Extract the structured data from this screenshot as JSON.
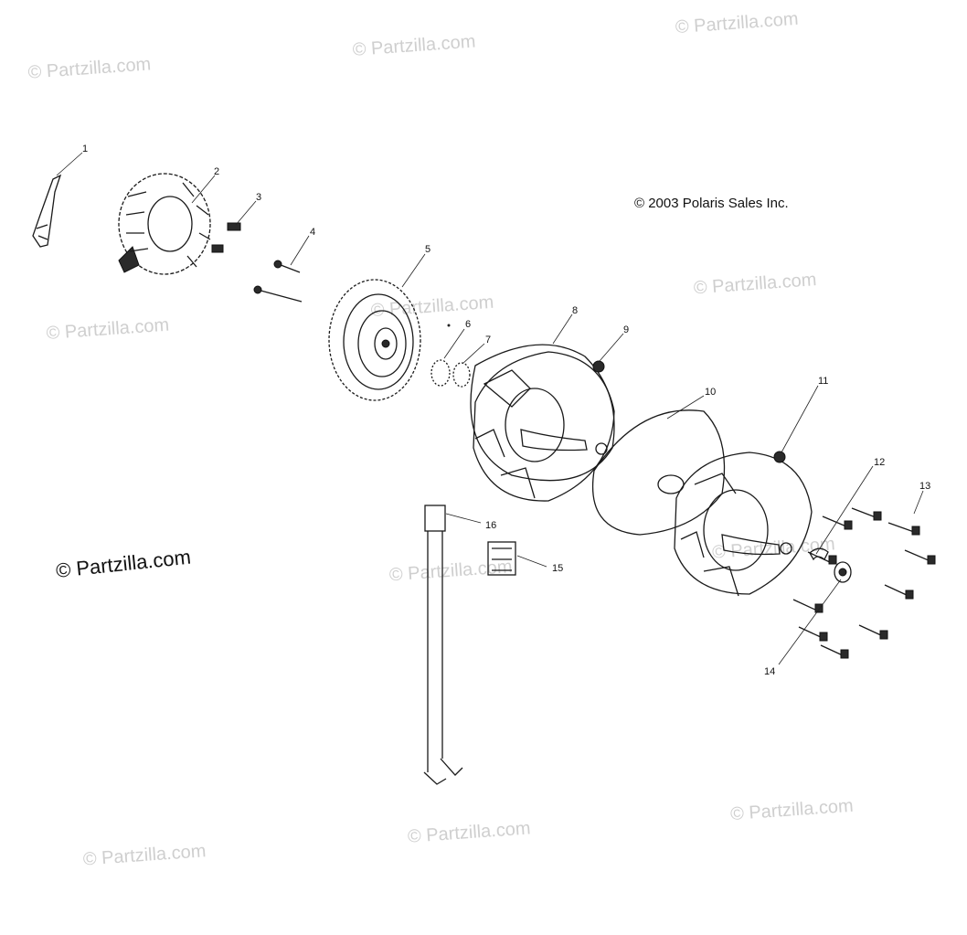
{
  "diagram": {
    "copyright": "© 2003 Polaris Sales Inc.",
    "site_label": "© Partzilla.com",
    "watermark": "© Partzilla.com",
    "callouts": [
      "1",
      "2",
      "3",
      "4",
      "5",
      "6",
      "7",
      "8",
      "9",
      "10",
      "11",
      "12",
      "13",
      "14",
      "15",
      "16"
    ]
  }
}
